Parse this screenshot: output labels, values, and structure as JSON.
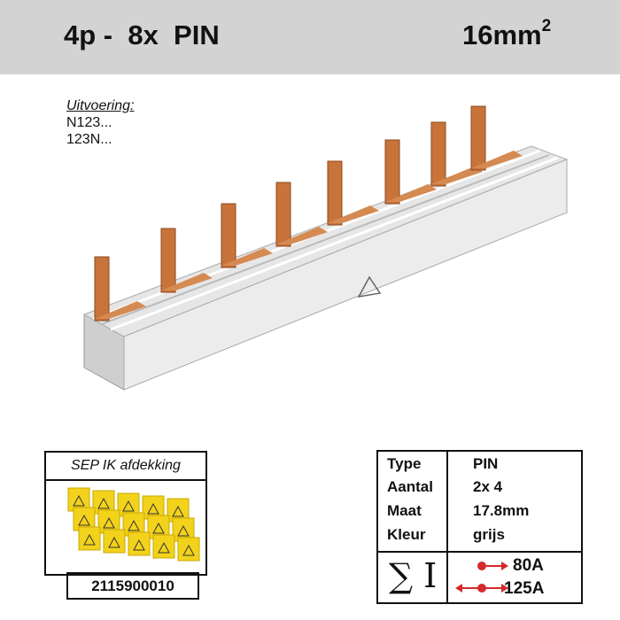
{
  "header": {
    "left": "4p -  8x  PIN",
    "right_base": "16mm",
    "right_sup": "2"
  },
  "uitvoering": {
    "title": "Uitvoering:",
    "lines": [
      "N123...",
      "123N..."
    ]
  },
  "cover": {
    "title": "SEP IK afdekking",
    "code": "2115900010"
  },
  "spec": {
    "rows": [
      {
        "label": "Type",
        "value": "PIN"
      },
      {
        "label": "Aantal",
        "value": "2x 4"
      },
      {
        "label": "Maat",
        "value": "17.8mm"
      },
      {
        "label": "Kleur",
        "value": "grijs"
      }
    ],
    "sum_symbol": "∑ I",
    "ratings": [
      "80A",
      "125A"
    ]
  },
  "colors": {
    "header_bg": "#d3d3d3",
    "copper": "#c8733a",
    "arrow": "#d42a2a",
    "cover_yellow": "#f2d21b"
  }
}
